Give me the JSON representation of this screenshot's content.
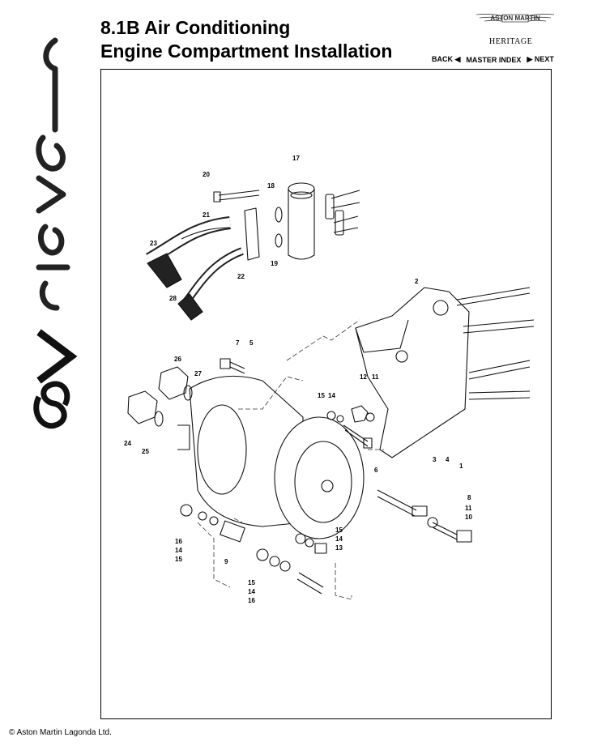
{
  "brand": {
    "side_text": "V8 Volante"
  },
  "header": {
    "title_line1": "8.1B Air Conditioning",
    "title_line2": "Engine Compartment Installation",
    "logo_text": "ASTON MARTIN",
    "heritage": "HERITAGE"
  },
  "nav": {
    "back": "BACK ◀",
    "master_index": "MASTER INDEX",
    "next": "▶ NEXT"
  },
  "diagram": {
    "callouts": [
      "1",
      "2",
      "3",
      "4",
      "5",
      "6",
      "7",
      "8",
      "9",
      "10",
      "11",
      "12",
      "13",
      "14",
      "15",
      "16",
      "17",
      "18",
      "19",
      "20",
      "21",
      "22",
      "23",
      "24",
      "25",
      "26",
      "27",
      "28"
    ],
    "group_labels": {
      "g15a": "15",
      "g14a": "14",
      "g12": "12",
      "g11a": "11",
      "g8": "8",
      "g11b": "11",
      "g10": "10",
      "g16a": "16",
      "g14b": "14",
      "g15b": "15",
      "g15c": "15",
      "g14c": "14",
      "g13": "13",
      "g15d": "15",
      "g14d": "14",
      "g16b": "16"
    }
  },
  "footer": {
    "copyright": "© Aston Martin Lagonda Ltd."
  }
}
